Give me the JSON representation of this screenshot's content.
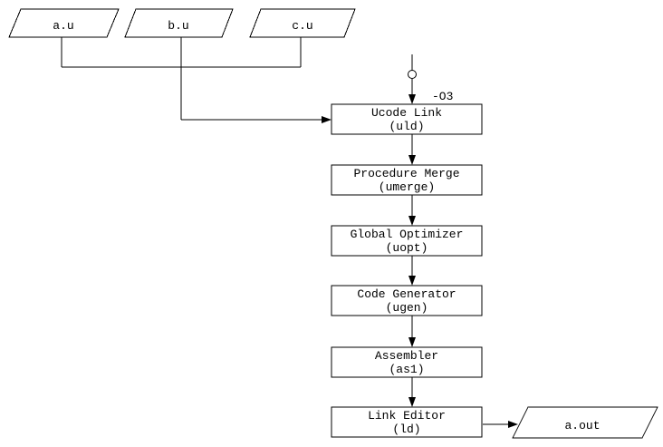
{
  "diagram": {
    "type": "flowchart",
    "colors": {
      "stroke": "#000000",
      "fill": "#ffffff",
      "text": "#000000",
      "background": "#ffffff"
    },
    "inputs": [
      {
        "label": "a.u"
      },
      {
        "label": "b.u"
      },
      {
        "label": "c.u"
      }
    ],
    "optimization_flag": "-O3",
    "stages": [
      {
        "name": "Ucode Link",
        "command": "(uld)"
      },
      {
        "name": "Procedure Merge",
        "command": "(umerge)"
      },
      {
        "name": "Global Optimizer",
        "command": "(uopt)"
      },
      {
        "name": "Code Generator",
        "command": "(ugen)"
      },
      {
        "name": "Assembler",
        "command": "(as1)"
      },
      {
        "name": "Link Editor",
        "command": "(ld)"
      }
    ],
    "output": {
      "label": "a.out"
    }
  }
}
